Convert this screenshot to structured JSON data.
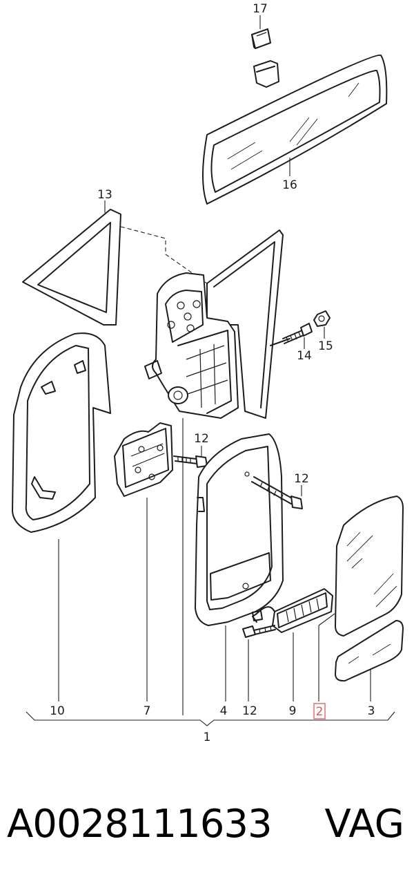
{
  "callouts": {
    "c17": "17",
    "c16": "16",
    "c13": "13",
    "c14": "14",
    "c15": "15",
    "c12a": "12",
    "c12b": "12",
    "c10": "10",
    "c7": "7",
    "c4": "4",
    "c12c": "12",
    "c9": "9",
    "c2": "2",
    "c3": "3",
    "c1": "1"
  },
  "highlighted_callout": "2",
  "highlight_color": "#e2706f",
  "footer": {
    "part_number": "A0028111633",
    "brand": "VAG"
  }
}
